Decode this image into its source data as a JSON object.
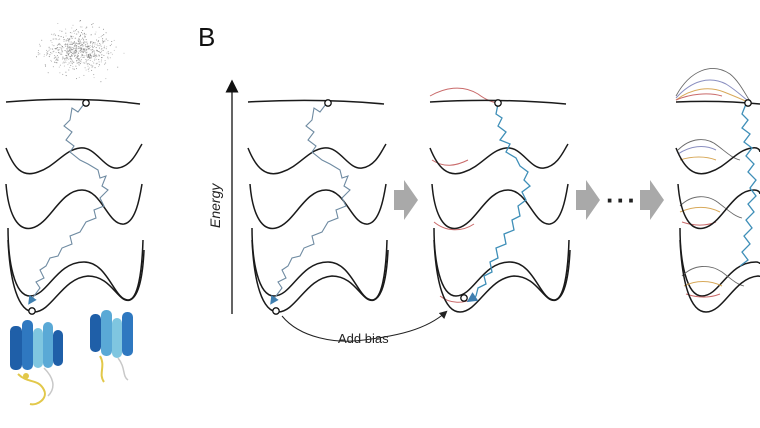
{
  "figure": {
    "panel_label": "B",
    "axis_label": "Energy",
    "bias_label": "Add bias",
    "ellipsis": "···"
  },
  "icons": {
    "step_arrow": "right-arrow-icon",
    "protein_structure": "protein-ribbon-icon",
    "conformation_cloud": "particle-cloud-icon"
  },
  "colors": {
    "landscape": "#1a1a1a",
    "trajectory_initial": "#6f8ba2",
    "trajectory_biased": "#3f8fb8",
    "bias_red": "#c96a6a",
    "bias_orange": "#d8a95a",
    "bias_purple": "#8a8fc0",
    "protein_dark": "#1f5fa8",
    "protein_light": "#7fc6e0",
    "protein_yellow": "#e2c84a",
    "step_arrow": "#a9a9a9"
  }
}
